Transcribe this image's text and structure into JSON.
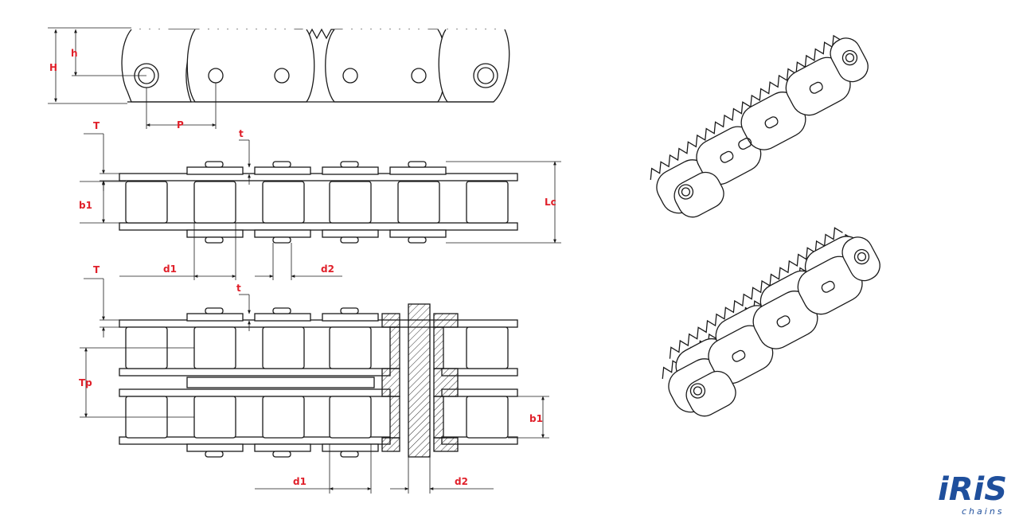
{
  "labels": {
    "H": "H",
    "h": "h",
    "P": "P",
    "T_top": "T",
    "t_top": "t",
    "b1_top": "b1",
    "Lc": "Lc",
    "d1_top": "d1",
    "d2_top": "d2",
    "T_bottom": "T",
    "t_bottom": "t",
    "Tp": "Tp",
    "b1_bottom": "b1",
    "d1_bottom": "d1",
    "d2_bottom": "d2"
  },
  "logo": {
    "brand": "iRiS",
    "tagline": "chains"
  },
  "colors": {
    "label": "#e0202a",
    "line": "#1a1a1a",
    "logo": "#1f4f9c"
  }
}
